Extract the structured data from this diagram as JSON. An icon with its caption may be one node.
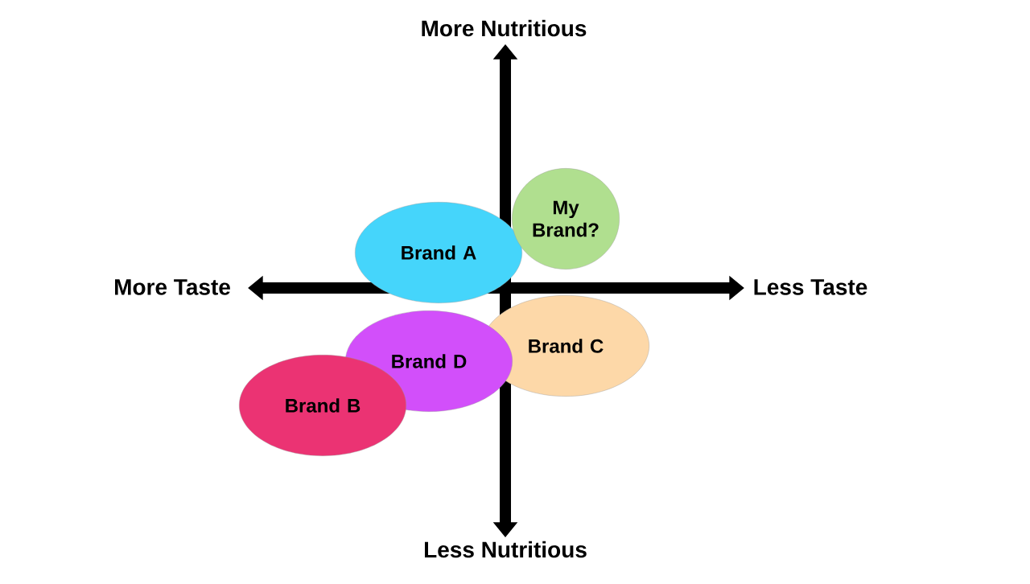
{
  "diagram": {
    "nodes": [
      {
        "text": [
          "Brand A"
        ]
      },
      {
        "text": [
          "My Brand?"
        ]
      },
      {
        "text": [
          "Brand C"
        ]
      },
      {
        "text": [
          "Brand D"
        ]
      },
      {
        "text": [
          "Brand B"
        ]
      }
    ],
    "labels": [
      "More Nutritious",
      "More Taste",
      "Less Taste",
      "Less Nutritious"
    ]
  }
}
